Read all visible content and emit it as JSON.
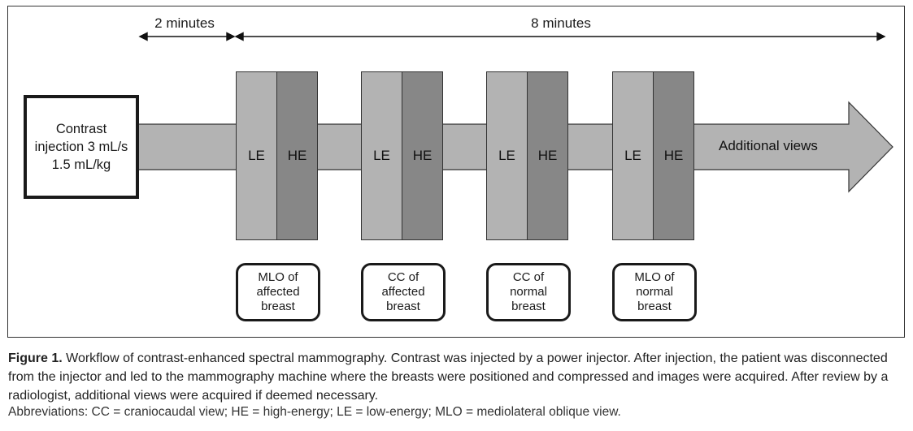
{
  "timing": {
    "first_duration": "2 minutes",
    "second_duration": "8 minutes"
  },
  "injection": {
    "text": "Contrast\ninjection 3 mL/s\n1.5 mL/kg"
  },
  "exposures": [
    {
      "le": "LE",
      "he": "HE",
      "view": "MLO of\naffected\nbreast"
    },
    {
      "le": "LE",
      "he": "HE",
      "view": "CC of\naffected\nbreast"
    },
    {
      "le": "LE",
      "he": "HE",
      "view": "CC of\nnormal\nbreast"
    },
    {
      "le": "LE",
      "he": "HE",
      "view": "MLO of\nnormal\nbreast"
    }
  ],
  "arrow_label": "Additional views",
  "colors": {
    "arrow_fill": "#b3b3b3",
    "low_energy": "#b3b3b3",
    "high_energy": "#878787"
  },
  "caption": {
    "label": "Figure 1.",
    "text": " Workflow of contrast-enhanced spectral mammography. Contrast was injected by a power injector. After injection, the patient was disconnected from the injector and led to the mammography machine where the breasts were positioned and compressed and images were acquired. After review by a radiologist, additional views were acquired if deemed necessary.",
    "abbreviations": "Abbreviations: CC = craniocaudal view; HE = high-energy; LE = low-energy; MLO = mediolateral oblique view."
  }
}
